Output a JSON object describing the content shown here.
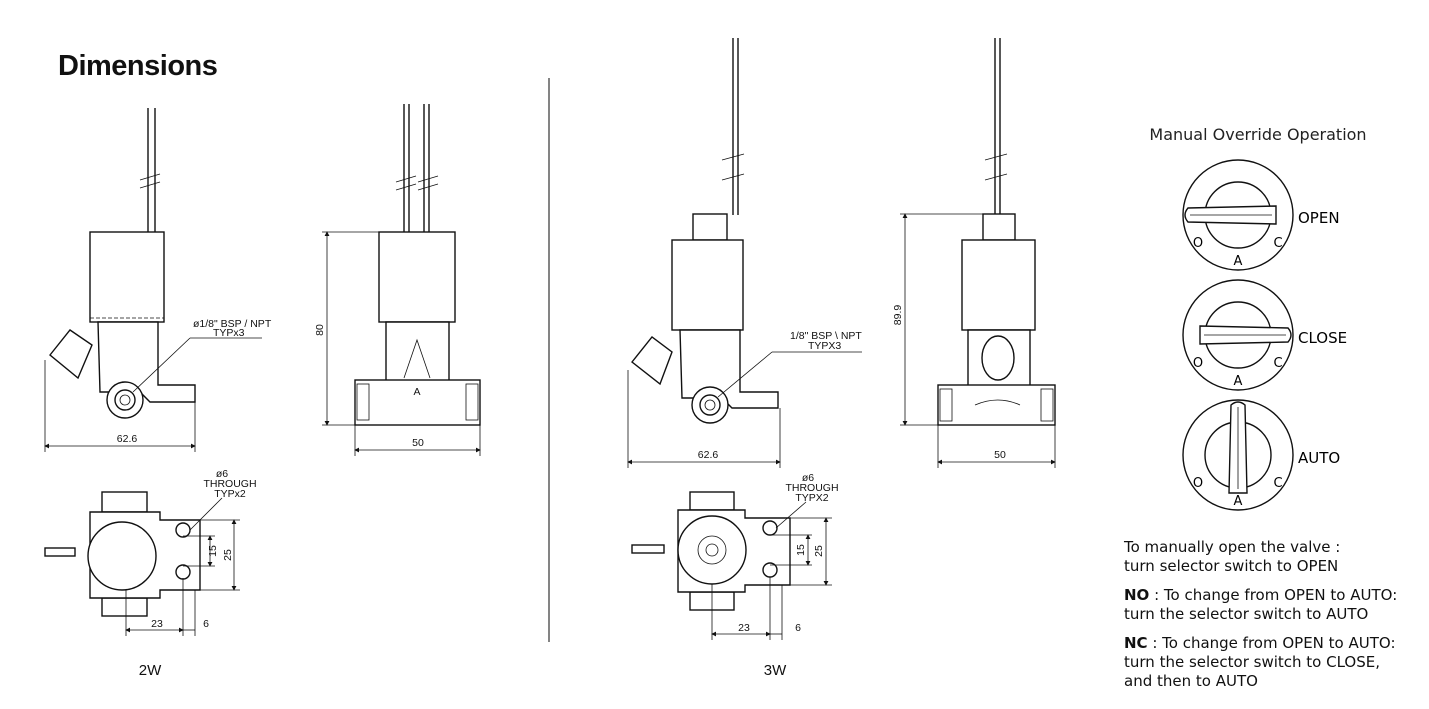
{
  "title": "Dimensions",
  "variants": {
    "two_way": {
      "label": "2W",
      "side_width": "62.6",
      "front_height": "80",
      "front_width": "50",
      "port_note": [
        "ø1/8\" BSP / NPT",
        "TYPx3"
      ],
      "hole_note": [
        "ø6",
        "THROUGH",
        "TYPx2"
      ],
      "top_dims": {
        "inner": "15",
        "outer": "25",
        "offset": "23",
        "edge": "6"
      }
    },
    "three_way": {
      "label": "3W",
      "side_width": "62.6",
      "front_height": "89.9",
      "front_width": "50",
      "port_note": [
        "1/8\" BSP \\ NPT",
        "TYPX3"
      ],
      "hole_note": [
        "ø6",
        "THROUGH",
        "TYPX2"
      ],
      "top_dims": {
        "inner": "15",
        "outer": "25",
        "offset": "23",
        "edge": "6"
      }
    }
  },
  "manual_override": {
    "title": "Manual Override Operation",
    "positions": [
      {
        "label": "OPEN",
        "angle": -90
      },
      {
        "label": "CLOSE",
        "angle": 90
      },
      {
        "label": "AUTO",
        "angle": 0
      }
    ],
    "port_letters": {
      "left": "O",
      "center": "A",
      "right": "C"
    },
    "notes": {
      "line1": "To manually open the valve :",
      "line2": "turn selector switch to OPEN",
      "no_key": "NO",
      "no_line1": " : To change from OPEN to AUTO:",
      "no_line2": "turn the selector switch to AUTO",
      "nc_key": "NC",
      "nc_line1": " : To change from OPEN to AUTO:",
      "nc_line2": "turn the selector switch to CLOSE,",
      "nc_line3": "and then to AUTO"
    }
  }
}
